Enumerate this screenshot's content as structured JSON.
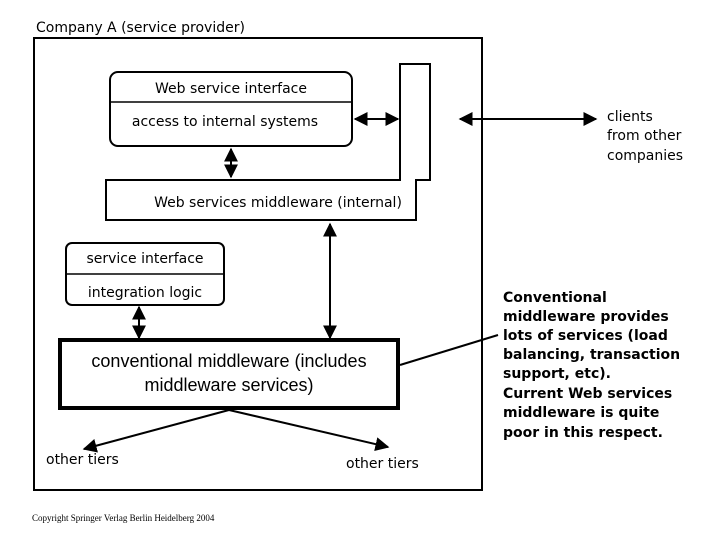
{
  "title": "Company A (service provider)",
  "boxes": {
    "web_service_interface": "Web service interface",
    "access_internal": "access to internal systems",
    "ws_middleware": "Web services middleware (internal)",
    "service_interface": "service interface",
    "integration_logic": "integration logic",
    "conventional_line1": "conventional middleware (includes",
    "conventional_line2": "middleware services)"
  },
  "clients": [
    "clients",
    "from other",
    "companies"
  ],
  "other_tiers_left": "other tiers",
  "other_tiers_right": "other tiers",
  "note": [
    "Conventional",
    "middleware provides",
    "lots of services (load",
    "balancing, transaction",
    "support, etc).",
    "Current Web services",
    "middleware is quite",
    "poor in this respect."
  ],
  "copyright": "Copyright Springer Verlag Berlin Heidelberg 2004"
}
